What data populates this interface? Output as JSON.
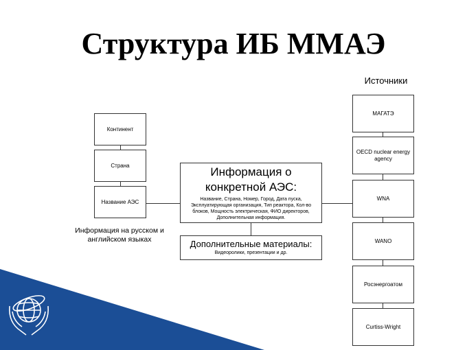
{
  "title": "Структура ИБ ММАЭ",
  "sources_label": "Источники",
  "left_boxes": [
    "Континент",
    "Страна",
    "Название АЭС"
  ],
  "language_note": "Информация на русском и английском языках",
  "center": {
    "heading": "Информация о конкретной АЭС:",
    "details": "Название, Страна, Номер, Город, Дата пуска, Эксплуатирующая организация, Тип реактора, Кол-во блоков, Мощность электрическая, ФИО директоров, Дополнительная информация."
  },
  "additional": {
    "heading": "Дополнительные материалы:",
    "details": "Видеоролики, презентации и др."
  },
  "sources": [
    "МАГАТЭ",
    "OECD nuclear energy agency",
    "WNA",
    "WANO",
    "Росэнергоатом",
    "Curtiss-Wright"
  ],
  "colors": {
    "corner_blue": "#1b4e96",
    "line": "#333333"
  },
  "logo_icon": "globe-hands-logo-icon"
}
